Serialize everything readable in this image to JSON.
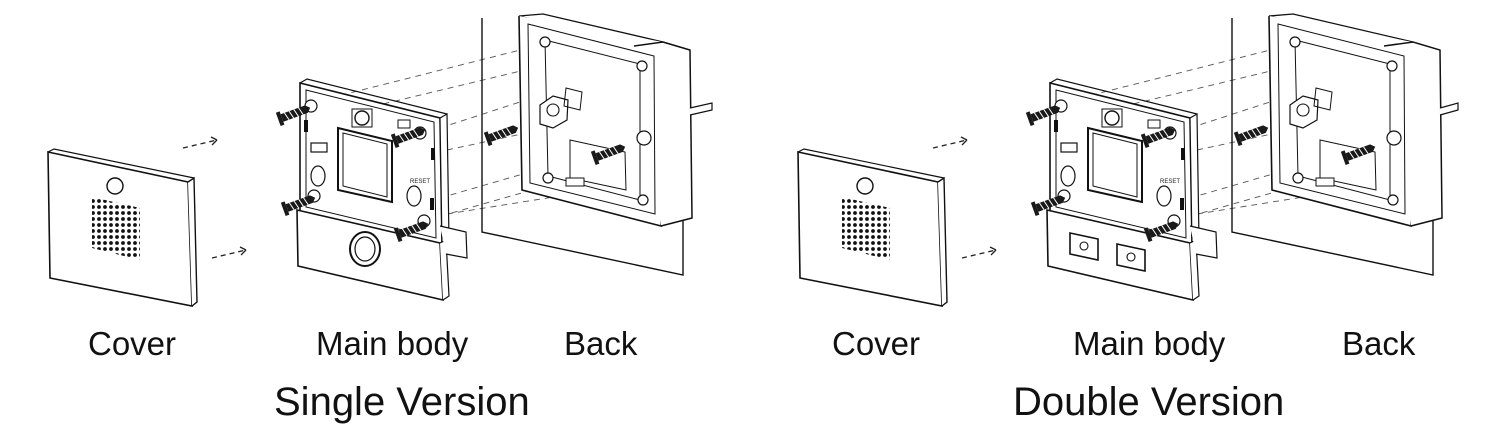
{
  "single": {
    "label_cover": "Cover",
    "label_main": "Main body",
    "label_back": "Back",
    "title": "Single Version",
    "reset_text": "RESET"
  },
  "double": {
    "label_cover": "Cover",
    "label_main": "Main body",
    "label_back": "Back",
    "title": "Double Version",
    "reset_text": "RESET"
  }
}
